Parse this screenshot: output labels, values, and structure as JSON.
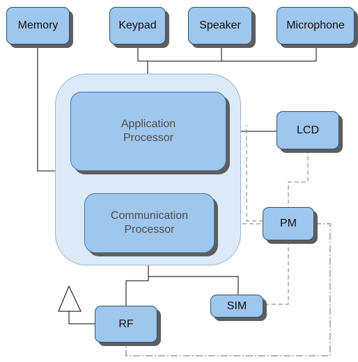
{
  "diagram": {
    "container_fill": "#dce9f7",
    "box_fill": "#9fc6ec",
    "box_border": "#2e4f75",
    "shadow": "#5e5e5e",
    "nodes": {
      "memory": "Memory",
      "keypad": "Keypad",
      "speaker": "Speaker",
      "microphone": "Microphone",
      "application_processor": "Application\nProcessor",
      "communication_processor": "Communication\nProcessor",
      "lcd": "LCD",
      "pm": "PM",
      "sim": "SIM",
      "rf": "RF"
    },
    "icons": [
      "antenna-icon"
    ]
  }
}
